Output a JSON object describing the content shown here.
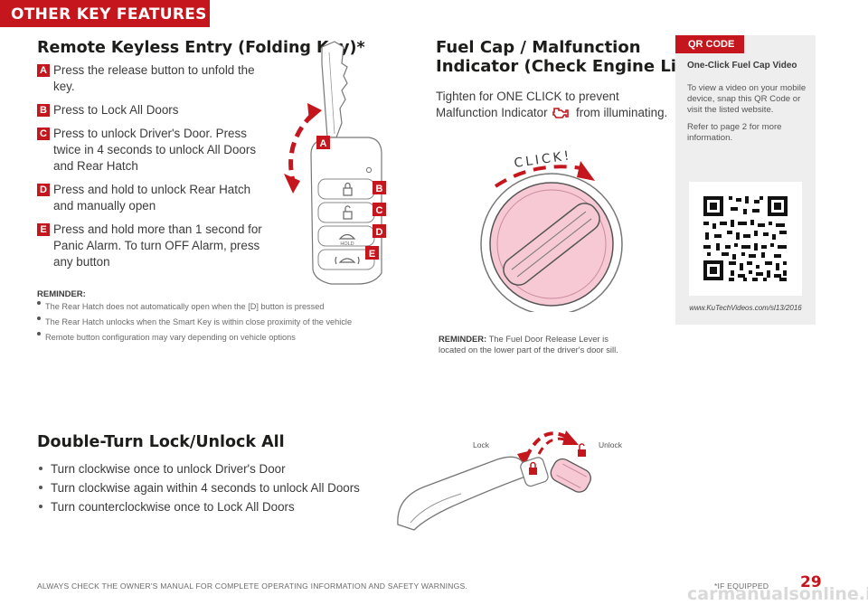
{
  "header": {
    "title": "OTHER KEY FEATURES"
  },
  "remote": {
    "title": "Remote Keyless Entry (Folding Key)*",
    "steps": [
      {
        "badge": "A",
        "text": "Press the release button to unfold the key."
      },
      {
        "badge": "B",
        "text": "Press to Lock All Doors"
      },
      {
        "badge": "C",
        "text": "Press to unlock Driver's Door. Press\ntwice in 4 seconds to unlock All Doors\nand Rear Hatch"
      },
      {
        "badge": "D",
        "text": "Press and hold to unlock Rear Hatch\nand manually open"
      },
      {
        "badge": "E",
        "text": "Press and hold more than 1 second for\nPanic Alarm. To turn OFF Alarm, press\nany button"
      }
    ],
    "fob_labels": {
      "a": "A",
      "b": "B",
      "c": "C",
      "d": "D",
      "e": "E",
      "hold": "HOLD"
    },
    "reminder_title": "REMINDER:",
    "reminders": [
      "The Rear Hatch does not automatically open when the [D] button is pressed",
      "The Rear Hatch unlocks when the Smart Key is within close proximity of the vehicle",
      "Remote button configuration may vary depending on vehicle options"
    ]
  },
  "fuel": {
    "title_line1": "Fuel Cap / Malfunction",
    "title_line2": "Indicator (Check Engine Light)",
    "body_line1": "Tighten for ONE CLICK to prevent",
    "body_line2_a": "Malfunction Indicator",
    "body_line2_b": "from illuminating.",
    "click_label": "CLICK!",
    "reminder_title": "REMINDER:",
    "reminder_text_1": "The Fuel Door Release Lever is",
    "reminder_text_2": "located on the lower part of the driver's door sill."
  },
  "qr": {
    "tab_label": "QR CODE",
    "title": "One-Click Fuel Cap Video",
    "body": "To view a video on your mobile device, snap this QR Code or visit the listed website.",
    "note": "Refer to page 2 for more information.",
    "url": "www.KuTechVideos.com/sl13/2016"
  },
  "double_turn": {
    "title": "Double-Turn Lock/Unlock All",
    "bullets": [
      "Turn clockwise once to unlock Driver's Door",
      "Turn clockwise again within 4 seconds to unlock All Doors",
      "Turn counterclockwise once to Lock All Doors"
    ],
    "lock_label": "Lock",
    "unlock_label": "Unlock"
  },
  "footer": {
    "disclaimer": "ALWAYS CHECK THE OWNER'S MANUAL FOR COMPLETE OPERATING INFORMATION AND SAFETY WARNINGS.",
    "if_equipped": "*IF EQUIPPED",
    "page_number": "29",
    "watermark": "carmanualsonline.info"
  },
  "colors": {
    "accent": "#c4161c",
    "panel": "#eeeeee",
    "cap_pink": "#f6c9d4"
  }
}
